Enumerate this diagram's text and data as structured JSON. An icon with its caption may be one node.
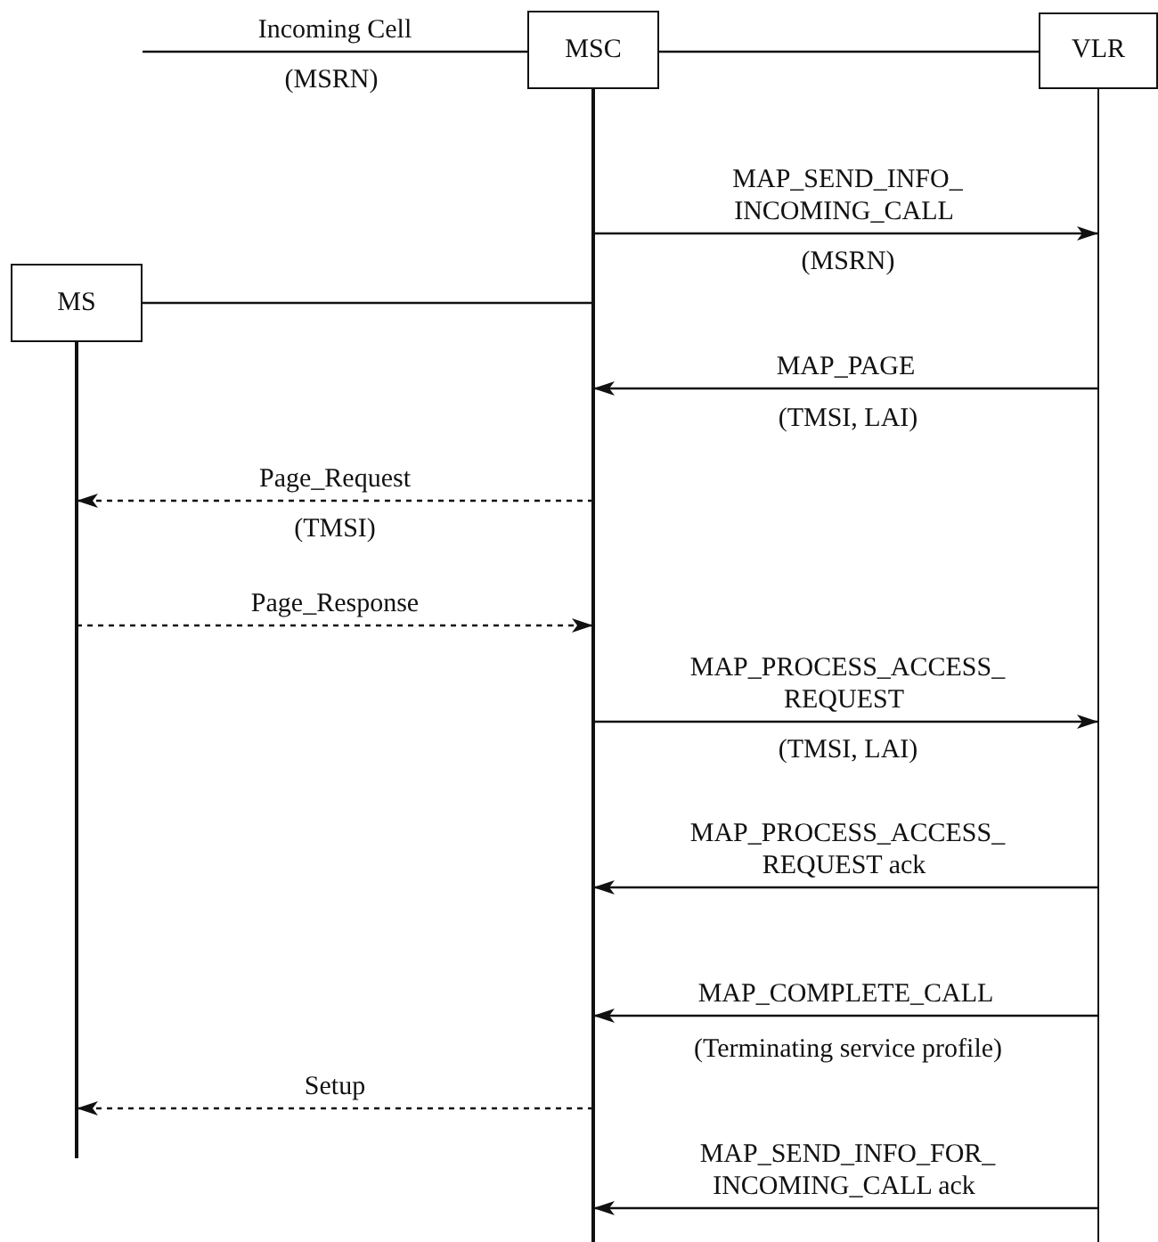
{
  "diagram": {
    "nodes": [
      {
        "text": [
          "MSC"
        ]
      },
      {
        "text": [
          "VLR"
        ]
      },
      {
        "text": [
          "MS"
        ]
      }
    ],
    "edges": [
      {
        "from": null,
        "to": 0,
        "arrow": "none",
        "label": "Incoming Cell"
      },
      {
        "from": 0,
        "to": 1,
        "arrow": "none"
      },
      {
        "from": 0,
        "to": 1,
        "arrow": "to",
        "label": "MAP_SEND_INFO_ INCOMING_CALL"
      },
      {
        "from": 2,
        "to": 0,
        "arrow": "none"
      },
      {
        "from": 1,
        "to": 0,
        "arrow": "to",
        "label": "MAP_PAGE"
      },
      {
        "from": 0,
        "to": 2,
        "arrow": "to",
        "label": "Page_Request",
        "style": "dashed"
      },
      {
        "from": 2,
        "to": 0,
        "arrow": "to",
        "label": "Page_Response",
        "style": "dashed"
      },
      {
        "from": 0,
        "to": 1,
        "arrow": "to",
        "label": "MAP_PROCESS_ACCESS_ REQUEST"
      },
      {
        "from": 1,
        "to": 0,
        "arrow": "to",
        "label": "MAP_PROCESS_ACCESS_ REQUEST ack"
      },
      {
        "from": 1,
        "to": 0,
        "arrow": "to",
        "label": "MAP_COMPLETE_CALL"
      },
      {
        "from": 0,
        "to": 2,
        "arrow": "to",
        "label": "Setup",
        "style": "dashed"
      },
      {
        "from": 1,
        "to": 0,
        "arrow": "to",
        "label": "MAP_SEND_INFO_FOR_ INCOMING_CALL ack"
      }
    ],
    "labels": [
      "(MSRN)",
      "(MSRN)",
      "(TMSI, LAI)",
      "(TMSI)",
      "(TMSI, LAI)",
      "(Terminating service profile)"
    ]
  }
}
